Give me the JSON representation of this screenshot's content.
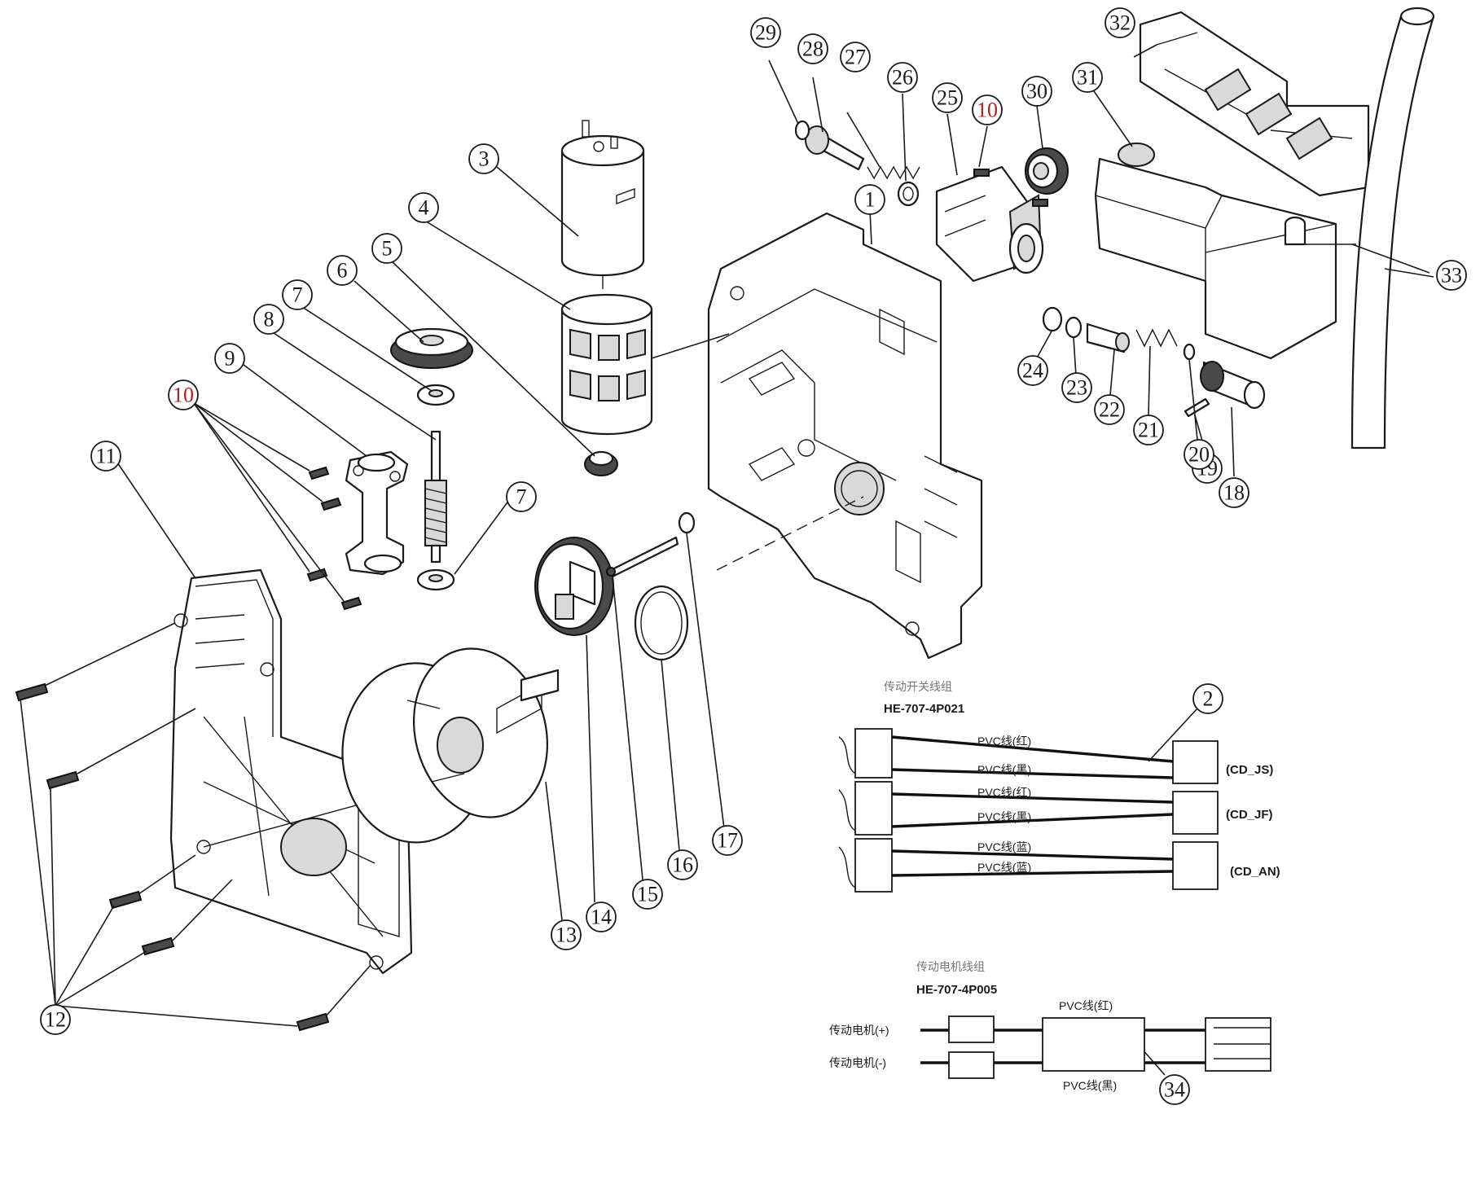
{
  "callouts": {
    "c1": "1",
    "c2": "2",
    "c3": "3",
    "c4": "4",
    "c5": "5",
    "c6": "6",
    "c7a": "7",
    "c7b": "7",
    "c8": "8",
    "c9": "9",
    "c10a": "10",
    "c10b": "10",
    "c11": "11",
    "c12": "12",
    "c13": "13",
    "c14": "14",
    "c15": "15",
    "c16": "16",
    "c17": "17",
    "c18": "18",
    "c19": "19",
    "c20": "20",
    "c21": "21",
    "c22": "22",
    "c23": "23",
    "c24": "24",
    "c25": "25",
    "c26": "26",
    "c27": "27",
    "c28": "28",
    "c29": "29",
    "c30": "30",
    "c31": "31",
    "c32": "32",
    "c33": "33",
    "c34": "34"
  },
  "harness_switch": {
    "title": "传动开关线组",
    "part_no": "HE-707-4P021",
    "wire_labels": [
      "PVC线(红)",
      "PVC线(黑)",
      "PVC线(红)",
      "PVC线(黑)",
      "PVC线(蓝)",
      "PVC线(蓝)"
    ],
    "connectors": [
      "(CD_JS)",
      "(CD_JF)",
      "(CD_AN)"
    ]
  },
  "harness_motor": {
    "title": "传动电机线组",
    "part_no": "HE-707-4P005",
    "wire_top": "PVC线(红)",
    "wire_bottom": "PVC线(黑)",
    "terminal_plus": "传动电机(+)",
    "terminal_minus": "传动电机(-)"
  },
  "colors": {
    "red_callout": "#b02020",
    "line": "#1a1a1a",
    "label_grey": "#777777"
  }
}
